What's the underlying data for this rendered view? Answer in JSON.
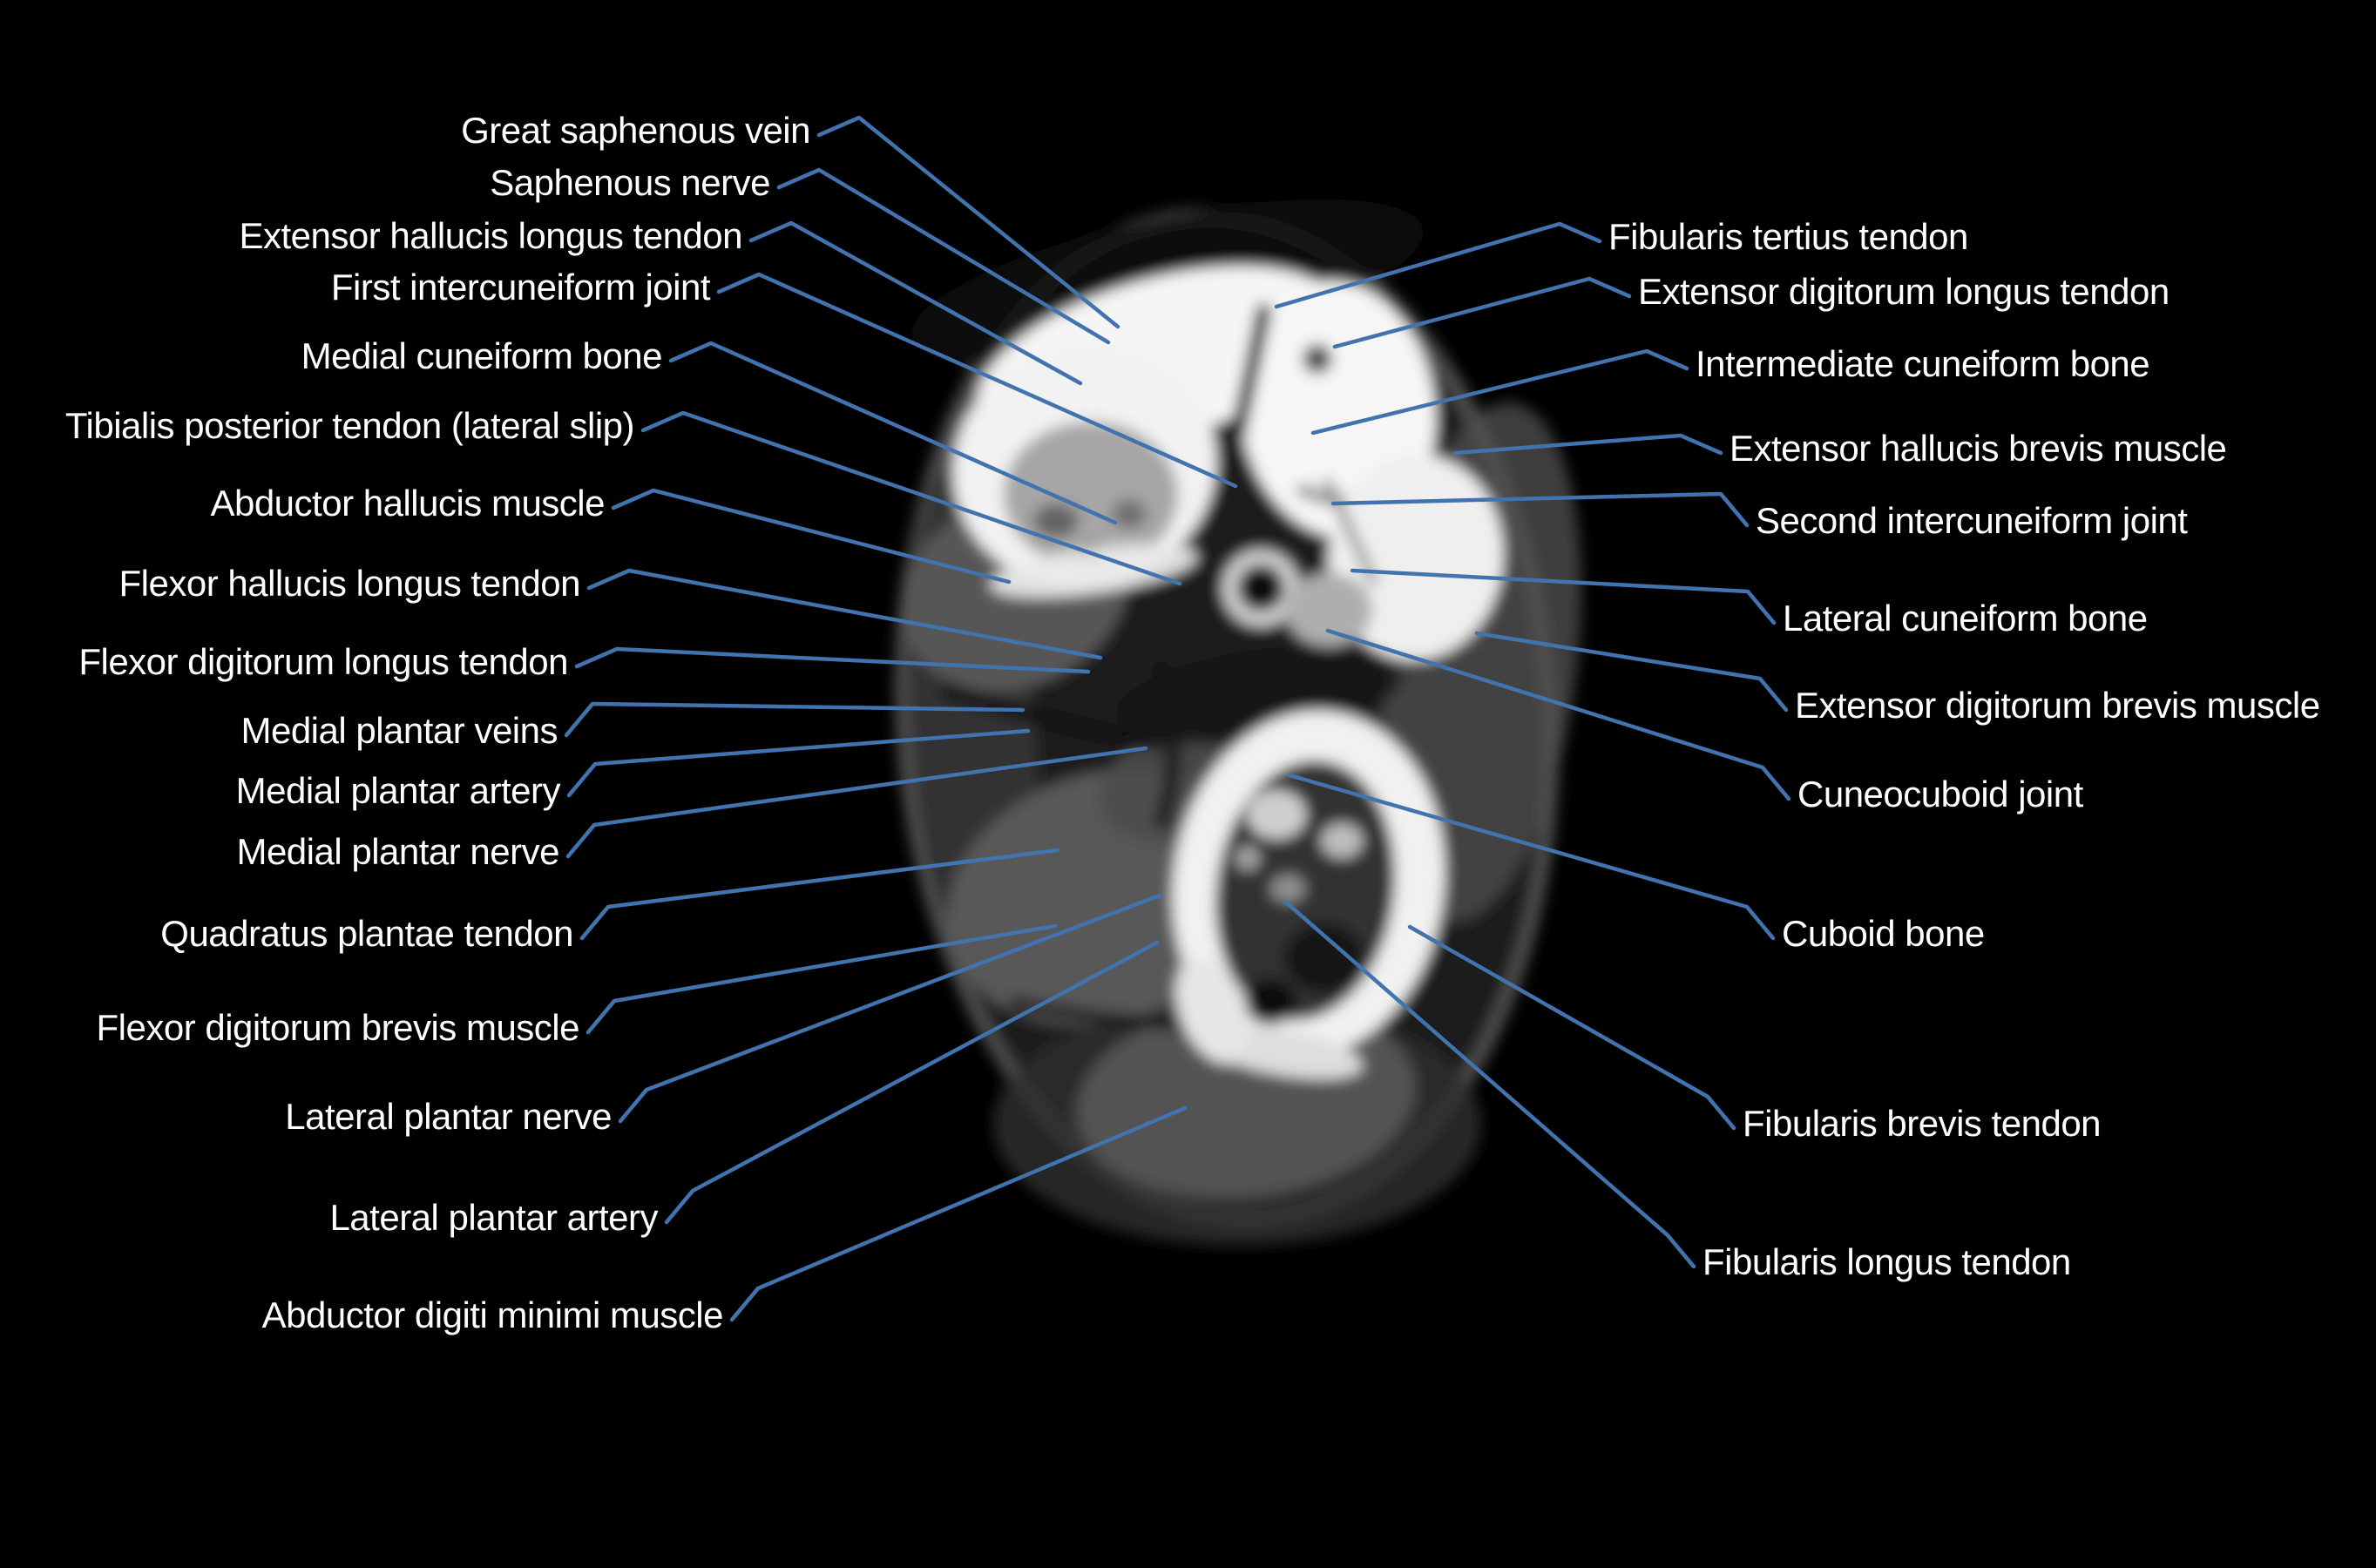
{
  "colors": {
    "background": "#000000",
    "leader_line": "#4173ae",
    "label_text": "#ffffff"
  },
  "labels": {
    "left": [
      {
        "id": "great-saphenous-vein",
        "text": "Great saphenous vein",
        "a": [
          930,
          150
        ],
        "t": [
          1283,
          375
        ]
      },
      {
        "id": "saphenous-nerve",
        "text": "Saphenous nerve",
        "a": [
          884,
          210
        ],
        "t": [
          1272,
          393
        ]
      },
      {
        "id": "extensor-hallucis-longus-tendon",
        "text": "Extensor hallucis longus tendon",
        "a": [
          852,
          271
        ],
        "t": [
          1240,
          440
        ]
      },
      {
        "id": "first-intercuneiform-joint",
        "text": "First intercuneiform joint",
        "a": [
          815,
          330
        ],
        "t": [
          1418,
          558
        ]
      },
      {
        "id": "medial-cuneiform-bone",
        "text": "Medial cuneiform bone",
        "a": [
          760,
          409
        ],
        "t": [
          1280,
          600
        ]
      },
      {
        "id": "tibialis-posterior-tendon-lateral-slip",
        "text": "Tibialis posterior tendon (lateral slip)",
        "a": [
          728,
          489
        ],
        "t": [
          1354,
          670
        ]
      },
      {
        "id": "abductor-hallucis-muscle",
        "text": "Abductor hallucis muscle",
        "a": [
          694,
          578
        ],
        "t": [
          1158,
          668
        ]
      },
      {
        "id": "flexor-hallucis-longus-tendon",
        "text": "Flexor hallucis longus tendon",
        "a": [
          666,
          670
        ],
        "t": [
          1263,
          755
        ]
      },
      {
        "id": "flexor-digitorum-longus-tendon",
        "text": "Flexor digitorum longus tendon",
        "a": [
          652,
          760
        ],
        "t": [
          1249,
          771
        ]
      },
      {
        "id": "medial-plantar-veins",
        "text": "Medial plantar veins",
        "a": [
          640,
          839
        ],
        "t": [
          1174,
          815
        ]
      },
      {
        "id": "medial-plantar-artery",
        "text": "Medial plantar artery",
        "a": [
          643,
          908
        ],
        "t": [
          1180,
          839
        ]
      },
      {
        "id": "medial-plantar-nerve",
        "text": "Medial plantar nerve",
        "a": [
          642,
          978
        ],
        "t": [
          1315,
          859
        ]
      },
      {
        "id": "quadratus-plantae-tendon",
        "text": "Quadratus plantae tendon",
        "a": [
          658,
          1072
        ],
        "t": [
          1214,
          976
        ]
      },
      {
        "id": "flexor-digitorum-brevis-muscle",
        "text": "Flexor digitorum brevis muscle",
        "a": [
          665,
          1180
        ],
        "t": [
          1211,
          1063
        ]
      },
      {
        "id": "lateral-plantar-nerve",
        "text": "Lateral plantar nerve",
        "a": [
          702,
          1282
        ],
        "t": [
          1331,
          1028
        ]
      },
      {
        "id": "lateral-plantar-artery",
        "text": "Lateral plantar artery",
        "a": [
          755,
          1398
        ],
        "t": [
          1328,
          1082
        ]
      },
      {
        "id": "abductor-digiti-minimi-muscle",
        "text": "Abductor digiti minimi muscle",
        "a": [
          830,
          1510
        ],
        "t": [
          1360,
          1272
        ]
      }
    ],
    "right": [
      {
        "id": "fibularis-tertius-tendon",
        "text": "Fibularis tertius tendon",
        "a": [
          1846,
          272
        ],
        "t": [
          1465,
          352
        ]
      },
      {
        "id": "extensor-digitorum-longus-tendon",
        "text": "Extensor digitorum longus tendon",
        "a": [
          1880,
          335
        ],
        "t": [
          1532,
          398
        ]
      },
      {
        "id": "intermediate-cuneiform-bone",
        "text": "Intermediate cuneiform bone",
        "a": [
          1946,
          418
        ],
        "t": [
          1507,
          497
        ]
      },
      {
        "id": "extensor-hallucis-brevis-muscle",
        "text": "Extensor hallucis brevis muscle",
        "a": [
          1985,
          515
        ],
        "t": [
          1670,
          520
        ]
      },
      {
        "id": "second-intercuneiform-joint",
        "text": "Second intercuneiform joint",
        "a": [
          2015,
          598
        ],
        "t": [
          1530,
          578
        ]
      },
      {
        "id": "lateral-cuneiform-bone",
        "text": "Lateral cuneiform bone",
        "a": [
          2046,
          710
        ],
        "t": [
          1552,
          655
        ]
      },
      {
        "id": "extensor-digitorum-brevis-muscle",
        "text": "Extensor digitorum brevis muscle",
        "a": [
          2060,
          810
        ],
        "t": [
          1695,
          727
        ]
      },
      {
        "id": "cuneocuboid-joint",
        "text": "Cuneocuboid joint",
        "a": [
          2063,
          912
        ],
        "t": [
          1524,
          724
        ]
      },
      {
        "id": "cuboid-bone",
        "text": "Cuboid bone",
        "a": [
          2045,
          1072
        ],
        "t": [
          1480,
          890
        ]
      },
      {
        "id": "fibularis-brevis-tendon",
        "text": "Fibularis brevis tendon",
        "a": [
          2000,
          1290
        ],
        "t": [
          1618,
          1064
        ]
      },
      {
        "id": "fibularis-longus-tendon",
        "text": "Fibularis longus tendon",
        "a": [
          1954,
          1449
        ],
        "t": [
          1475,
          1035
        ]
      }
    ]
  }
}
